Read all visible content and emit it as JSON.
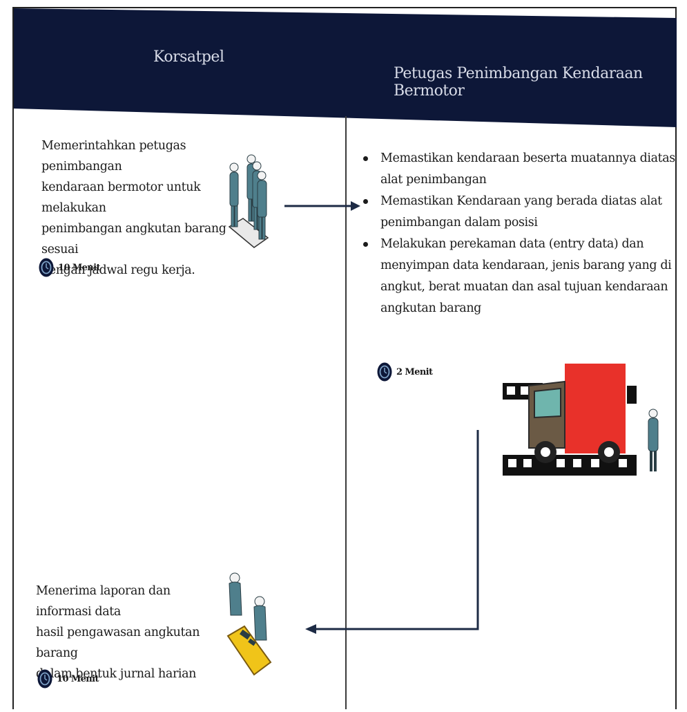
{
  "header": {
    "col_left_title": "Korsatpel",
    "col_right_title": "Petugas Penimbangan Kendaraan Bermotor",
    "bg_color": "#0d1738"
  },
  "steps": {
    "step1": {
      "text_lines": [
        "Memerintahkan petugas penimbangan",
        "kendaraan bermotor untuk melakukan",
        "penimbangan angkutan barang sesuai",
        "dengan jadwal regu kerja."
      ],
      "time": "10 Menit"
    },
    "step2": {
      "bullets": [
        "Memastikan kendaraan beserta muatannya diatas alat penimbangan",
        "Memastikan Kendaraan yang berada diatas alat penimbangan dalam posisi",
        "Melakukan perekaman data (entry data) dan menyimpan data kendaraan, jenis barang yang di angkut, berat muatan dan asal tujuan kendaraan angkutan barang"
      ],
      "time": "2 Menit"
    },
    "step3": {
      "text_lines": [
        "Menerima laporan dan informasi data",
        "hasil pengawasan angkutan barang",
        "dalam bentuk jurnal harian"
      ],
      "time": "10 Menit"
    }
  },
  "icons": [
    "group-of-people-icon",
    "clock-icon",
    "truck-on-scale-icon",
    "standing-person-icon",
    "people-at-desk-icon"
  ],
  "colors": {
    "truck": "#e8312a",
    "clock": "#0d1738",
    "desk": "#f0c419",
    "people": "#4f7f8c"
  }
}
